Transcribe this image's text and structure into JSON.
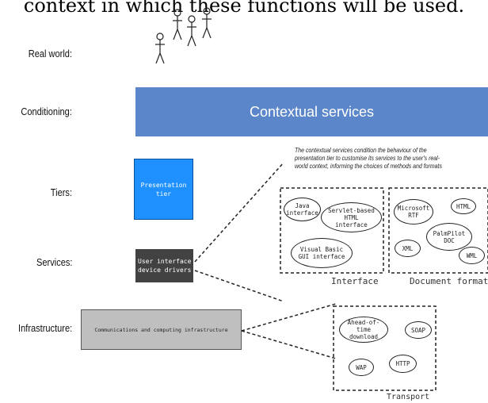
{
  "caption_top": "context in which these functions will be used.",
  "rows": {
    "real_world": "Real world:",
    "conditioning": "Conditioning:",
    "tiers": "Tiers:",
    "services": "Services:",
    "infrastructure": "Infrastructure:"
  },
  "boxes": {
    "contextual": "Contextual services",
    "presentation": "Presentation tier",
    "drivers": "User interface device drivers",
    "infrastructure": "Communications and computing infrastructure"
  },
  "note": "The contextual services condition the behaviour of the presentation tier to customise its services to the user's real-world context, informing the choices of methods and formats",
  "groups": {
    "interface": {
      "label": "Interface",
      "items": [
        "Java interface",
        "Servlet-based HTML interface",
        "Visual Basic GUI interface"
      ]
    },
    "document_formats": {
      "label": "Document formats",
      "items": [
        "Microsoft RTF",
        "HTML",
        "PalmPilot DOC",
        "XML",
        "WML"
      ]
    },
    "transport": {
      "label": "Transport",
      "items": [
        "Ahead-of-time download",
        "SOAP",
        "WAP",
        "HTTP"
      ]
    }
  },
  "colors": {
    "contextual": "#5b86c9",
    "presentation": "#1e90ff",
    "drivers": "#424242",
    "infrastructure": "#bfbfbf"
  }
}
